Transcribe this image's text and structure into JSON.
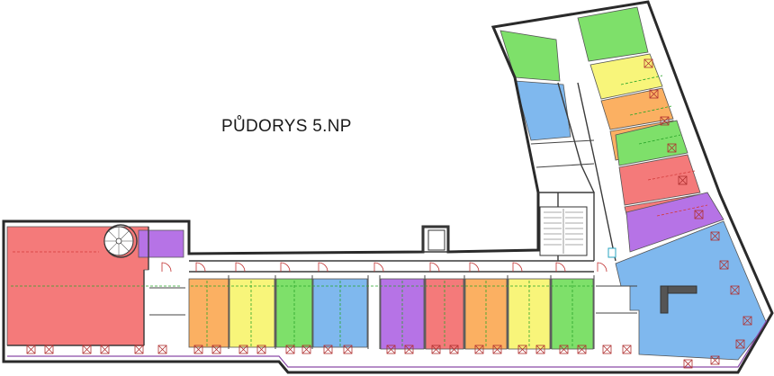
{
  "plan": {
    "title": "PŮDORYS 5.NP",
    "colors": {
      "red": "#f47a7a",
      "orange": "#fbb062",
      "yellow": "#f8f57a",
      "green": "#7ee06a",
      "blue": "#7fb8ee",
      "purple": "#b673e6",
      "white": "#ffffff",
      "wall": "#2a2a2a"
    },
    "rooms": [
      {
        "id": "r-left-large",
        "color": "red"
      },
      {
        "id": "r-left-purple",
        "color": "purple"
      },
      {
        "id": "r-s1",
        "color": "orange"
      },
      {
        "id": "r-s2",
        "color": "yellow"
      },
      {
        "id": "r-s3",
        "color": "green"
      },
      {
        "id": "r-s4",
        "color": "blue"
      },
      {
        "id": "r-s5",
        "color": "purple"
      },
      {
        "id": "r-s6",
        "color": "red"
      },
      {
        "id": "r-s7",
        "color": "orange"
      },
      {
        "id": "r-s8",
        "color": "yellow"
      },
      {
        "id": "r-s9",
        "color": "green"
      },
      {
        "id": "r-corner-blue",
        "color": "blue"
      },
      {
        "id": "r-n-green-1",
        "color": "green"
      },
      {
        "id": "r-n-green-2",
        "color": "green"
      },
      {
        "id": "r-n-blue",
        "color": "blue"
      },
      {
        "id": "r-e-yellow",
        "color": "yellow"
      },
      {
        "id": "r-e-orange-1",
        "color": "orange"
      },
      {
        "id": "r-e-orange-2",
        "color": "orange"
      },
      {
        "id": "r-e-green",
        "color": "green"
      },
      {
        "id": "r-e-red-1",
        "color": "red"
      },
      {
        "id": "r-e-red-2",
        "color": "red"
      },
      {
        "id": "r-e-purple",
        "color": "purple"
      }
    ]
  }
}
